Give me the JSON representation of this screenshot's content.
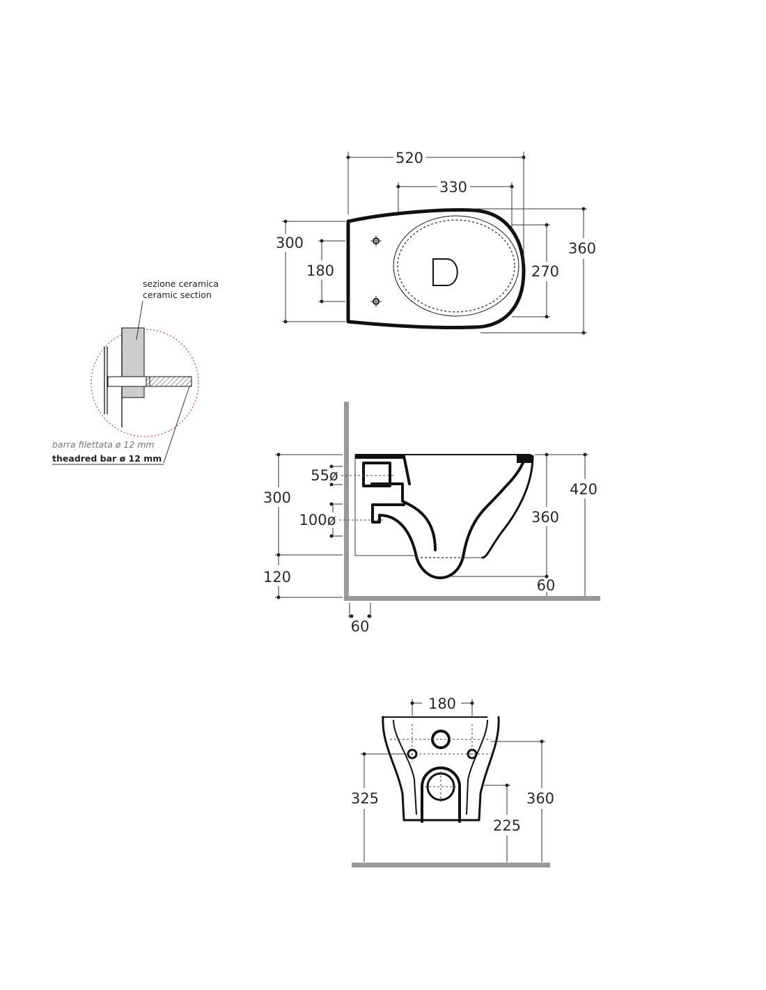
{
  "top_view": {
    "width_total": "520",
    "width_inner": "330",
    "depth_left": "300",
    "bolt_spacing": "180",
    "depth_total": "360",
    "depth_inner": "270"
  },
  "side_view": {
    "height_rim": "300",
    "height_floor": "120",
    "inlet_dia": "55ø",
    "outlet_dia": "100ø",
    "total_height": "420",
    "bowl_height": "360",
    "bottom_offset": "60",
    "wall_offset": "60"
  },
  "front_view": {
    "bolt_spacing": "180",
    "bolt_height": "325",
    "total_height": "360",
    "outlet_height": "225"
  },
  "detail": {
    "label_it_top": "sezione ceramica",
    "label_en_top": "ceramic section",
    "label_it_bottom": "barra filettata ø 12 mm",
    "label_en_bottom": "theadred bar ø 12 mm"
  },
  "colors": {
    "line": "#111111",
    "wall": "#999999",
    "detail_circle": "#d04848"
  }
}
